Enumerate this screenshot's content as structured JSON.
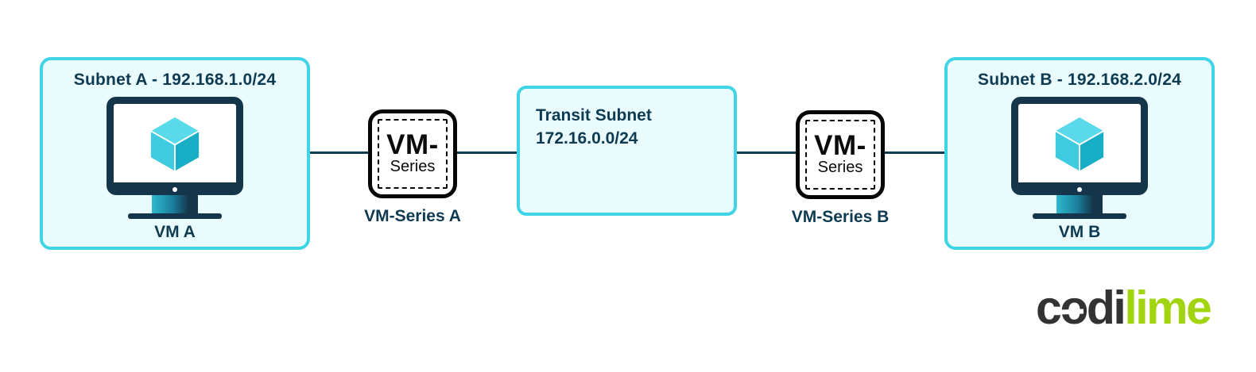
{
  "diagram": {
    "subnet_a": {
      "title": "Subnet A - 192.168.1.0/24",
      "vm_label": "VM A"
    },
    "vm_series_a": {
      "box_line1": "VM-",
      "box_line2": "Series",
      "label": "VM-Series A"
    },
    "transit_subnet": {
      "title": "Transit Subnet",
      "cidr": "172.16.0.0/24"
    },
    "vm_series_b": {
      "box_line1": "VM-",
      "box_line2": "Series",
      "label": "VM-Series B"
    },
    "subnet_b": {
      "title": "Subnet B - 192.168.2.0/24",
      "vm_label": "VM B"
    }
  },
  "logo": {
    "c": "c",
    "o": "o",
    "di": "di",
    "lime": "lime"
  },
  "colors": {
    "accent_cyan_border": "#3fd4e6",
    "panel_background": "#eafbfd",
    "navy_text": "#0e3a52",
    "node_border_black": "#060606",
    "logo_charcoal": "#333333",
    "logo_lime": "#a2d50f",
    "cube_top": "#5ad9ea",
    "cube_left": "#3fcbdf",
    "cube_right": "#17aec6",
    "monitor_frame": "#14354a"
  }
}
